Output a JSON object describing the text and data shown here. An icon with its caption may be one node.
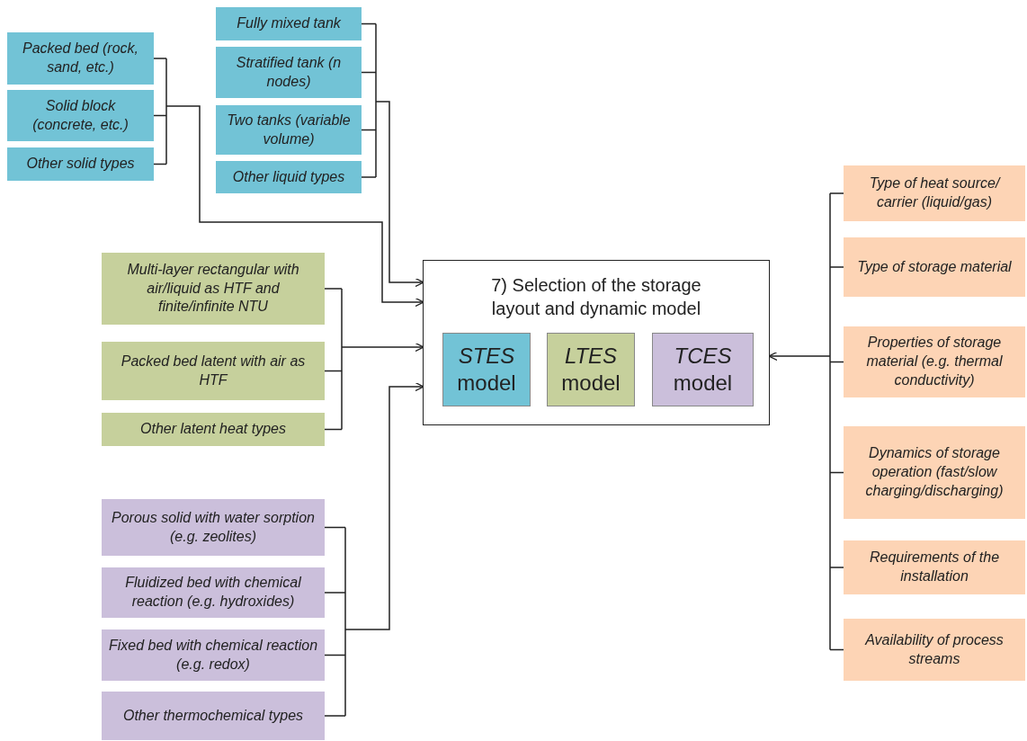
{
  "diagram": {
    "nodes": [
      {
        "text": [
          "Packed bed (rock, sand, etc.)"
        ]
      },
      {
        "text": [
          "Solid block (concrete, etc.)"
        ]
      },
      {
        "text": [
          "Other solid types"
        ]
      },
      {
        "text": [
          "Fully mixed tank"
        ]
      },
      {
        "text": [
          "Stratified tank (n nodes)"
        ]
      },
      {
        "text": [
          "Two tanks (variable volume)"
        ]
      },
      {
        "text": [
          "Other liquid types"
        ]
      },
      {
        "text": [
          "Multi-layer rectangular with air/liquid as HTF and finite/infinite NTU"
        ]
      },
      {
        "text": [
          "Packed bed latent with air as HTF"
        ]
      },
      {
        "text": [
          "Other latent heat types"
        ]
      },
      {
        "text": [
          "Porous solid with water sorption (e.g. zeolites)"
        ]
      },
      {
        "text": [
          "Fluidized bed with chemical reaction (e.g. hydroxides)"
        ]
      },
      {
        "text": [
          "Fixed bed with chemical reaction (e.g. redox)"
        ]
      },
      {
        "text": [
          "Other thermochemical types"
        ]
      },
      {
        "text": [
          "7) Selection of the storage layout and dynamic model"
        ]
      },
      {
        "text": [
          "*STES* model"
        ],
        "in": 14
      },
      {
        "text": [
          "*LTES* model"
        ],
        "in": 14
      },
      {
        "text": [
          "*TCES* model"
        ],
        "in": 14
      },
      {
        "text": [
          "Type of heat source/ carrier (liquid/gas)"
        ]
      },
      {
        "text": [
          "Type of storage material"
        ]
      },
      {
        "text": [
          "Properties of storage material (e.g. thermal conductivity)"
        ]
      },
      {
        "text": [
          "Dynamics of storage operation (fast/slow charging/discharging)"
        ]
      },
      {
        "text": [
          "Requirements of the installation"
        ]
      },
      {
        "text": [
          "Availability of process streams"
        ]
      }
    ],
    "edges": [
      {
        "from": 0,
        "to": 14,
        "arrow": "to"
      },
      {
        "from": 1,
        "to": 14,
        "arrow": "to"
      },
      {
        "from": 2,
        "to": 14,
        "arrow": "to"
      },
      {
        "from": 3,
        "to": 14,
        "arrow": "to"
      },
      {
        "from": 4,
        "to": 14,
        "arrow": "to"
      },
      {
        "from": 5,
        "to": 14,
        "arrow": "to"
      },
      {
        "from": 6,
        "to": 14,
        "arrow": "to"
      },
      {
        "from": 7,
        "to": 14,
        "arrow": "to"
      },
      {
        "from": 8,
        "to": 14,
        "arrow": "to"
      },
      {
        "from": 9,
        "to": 14,
        "arrow": "to"
      },
      {
        "from": 10,
        "to": 14,
        "arrow": "to"
      },
      {
        "from": 11,
        "to": 14,
        "arrow": "to"
      },
      {
        "from": 12,
        "to": 14,
        "arrow": "to"
      },
      {
        "from": 13,
        "to": 14,
        "arrow": "to"
      },
      {
        "from": 18,
        "to": 14,
        "arrow": "to"
      },
      {
        "from": 19,
        "to": 14,
        "arrow": "to"
      },
      {
        "from": 20,
        "to": 14,
        "arrow": "to"
      },
      {
        "from": 21,
        "to": 14,
        "arrow": "to"
      },
      {
        "from": 22,
        "to": 14,
        "arrow": "to"
      },
      {
        "from": 23,
        "to": 14,
        "arrow": "to"
      }
    ]
  }
}
